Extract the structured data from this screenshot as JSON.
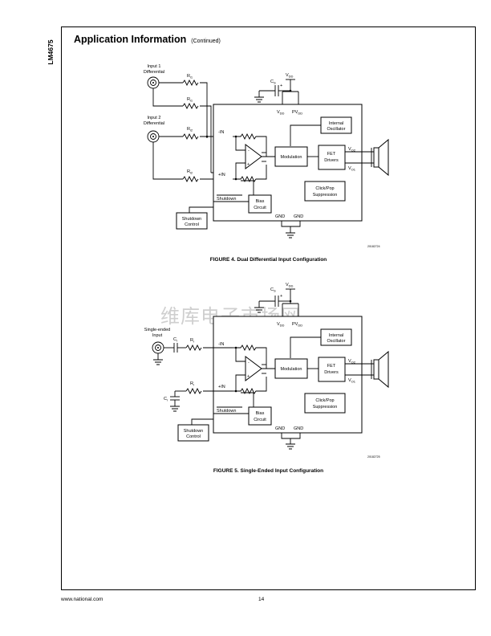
{
  "page": {
    "side_label": "LM4675",
    "heading": "Application Information",
    "heading_note": "(Continued)",
    "footer_url": "www.national.com",
    "page_number": "14",
    "watermark": "维库电子市场网"
  },
  "figure4": {
    "caption": "FIGURE 4. Dual Differential Input Configuration",
    "code": "20182724",
    "input1_label": [
      "Input 1",
      "Differential"
    ],
    "input2_label": [
      "Input 2",
      "Differential"
    ],
    "r1": "R",
    "r1_sub": "i1",
    "r2": "R",
    "r2_sub": "i2",
    "cs": "C",
    "cs_sub": "S",
    "vdd_top": "V",
    "vdd_top_sub": "DD",
    "vdd_pin": "V",
    "vdd_pin_sub": "DD",
    "pvdd_pin": "PV",
    "pvdd_pin_sub": "DD",
    "internal_oscillator": [
      "Internal",
      "Oscillator"
    ],
    "modulation": "Modulation",
    "fet_drivers": [
      "FET",
      "Drivers"
    ],
    "vo2": "V",
    "vo2_sub": "O2",
    "vo1": "V",
    "vo1_sub": "O1",
    "minus_in": "-IN",
    "plus_in": "+IN",
    "minus_sign": "-",
    "plus_sign": "+",
    "shutdown": "Shutdown",
    "bias_circuit": [
      "Bias",
      "Circuit"
    ],
    "click_pop": [
      "Click/Pop",
      "Suppression"
    ],
    "gnd1": "GND",
    "gnd2": "GND",
    "shutdown_control": [
      "Shutdown",
      "Control"
    ],
    "cap_plus": "+"
  },
  "figure5": {
    "caption": "FIGURE 5. Single-Ended Input Configuration",
    "code": "20182725",
    "input_label": [
      "Single-ended",
      "Input"
    ],
    "ci": "C",
    "ci_sub": "i",
    "ri": "R",
    "ri_sub": "i",
    "ri2": "R",
    "ri2_sub": "i",
    "ci2": "C",
    "ci2_sub": "i",
    "cs": "C",
    "cs_sub": "S",
    "vdd_top": "V",
    "vdd_top_sub": "DD",
    "vdd_pin": "V",
    "vdd_pin_sub": "DD",
    "pvdd_pin": "PV",
    "pvdd_pin_sub": "DD",
    "internal_oscillator": [
      "Internal",
      "Oscillator"
    ],
    "modulation": "Modulation",
    "fet_drivers": [
      "FET",
      "Drivers"
    ],
    "vo2": "V",
    "vo2_sub": "O2",
    "vo1": "V",
    "vo1_sub": "O1",
    "minus_in": "-IN",
    "plus_in": "+IN",
    "minus_sign": "-",
    "plus_sign": "+",
    "shutdown": "Shutdown",
    "bias_circuit": [
      "Bias",
      "Circuit"
    ],
    "click_pop": [
      "Click/Pop",
      "Suppression"
    ],
    "gnd1": "GND",
    "gnd2": "GND",
    "shutdown_control": [
      "Shutdown",
      "Control"
    ],
    "cap_plus": "+"
  }
}
